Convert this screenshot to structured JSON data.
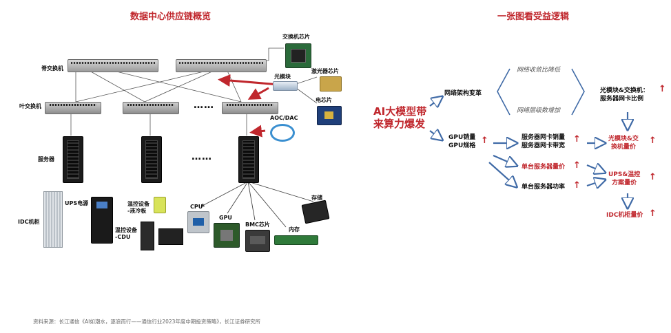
{
  "left_panel": {
    "title": "数据中心供应链概览",
    "labels": {
      "spine_switch": "脊交换机",
      "leaf_switch": "叶交换机",
      "server": "服务器",
      "switch_chip": "交换机芯片",
      "optical_module": "光模块",
      "laser_chip": "激光器芯片",
      "electrical_chip": "电芯片",
      "aoc_dac": "AOC/DAC",
      "idc_cabinet": "IDC机柜",
      "ups_power": "UPS电源",
      "cooling_liquid": "温控设备\n-液冷板",
      "cooling_cdu": "温控设备\n-CDU",
      "cpu": "CPU",
      "gpu": "GPU",
      "bmc_chip": "BMC芯片",
      "memory": "内存",
      "storage": "存储"
    },
    "ellipsis": "……"
  },
  "right_panel": {
    "title": "一张图看受益逻辑",
    "root": "AI大模型带\n来算力爆发",
    "network_arch": "网络架构变革",
    "convergence_down": "网络收敛比降低",
    "layers_up": "网络层级数增加",
    "optical_switch": "光模块&交换机：\n服务器网卡比例",
    "gpu": "GPU销量\nGPU规格",
    "nic": "服务器网卡销量\n服务器网卡带宽",
    "optical_value": "光模块&交\n换机量价",
    "server_price": "单台服务器量价",
    "server_power": "单台服务器功率",
    "ups_cooling": "UPS&温控\n方案量价",
    "idc_value": "IDC机柜量价",
    "up_arrow": "↑"
  },
  "source": "资料来源：长江通信《AI如潮水，逐浪而行——通信行业2023年度中期投资策略》，长江证券研究所",
  "colors": {
    "accent_red": "#c0272d",
    "arrow_blue": "#3f6aa6"
  }
}
